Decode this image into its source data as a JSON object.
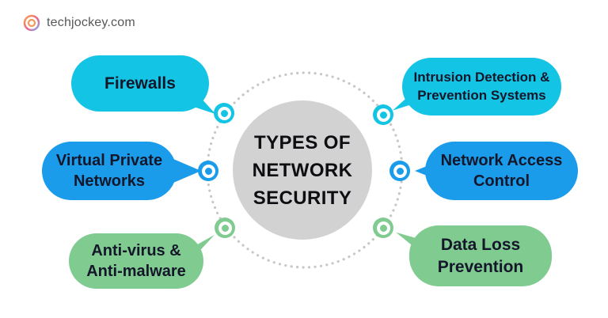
{
  "brand": {
    "logo_text": "techjockey.com"
  },
  "center": {
    "title_lines": [
      "TYPES OF",
      "NETWORK",
      "SECURITY"
    ],
    "circle_color": "#d2d2d2"
  },
  "ring": {
    "dot_color": "#c7c7c7"
  },
  "bubbles": [
    {
      "id": "firewalls",
      "label": "Firewalls",
      "color": "#14c4e4"
    },
    {
      "id": "virtual-private-networks",
      "label": "Virtual Private Networks",
      "color": "#1b9ceb"
    },
    {
      "id": "anti-virus-anti-malware",
      "label": "Anti-virus & Anti-malware",
      "color": "#80cb90"
    },
    {
      "id": "intrusion-detection-prevention-systems",
      "label": "Intrusion Detection & Prevention Systems",
      "color": "#14c4e4"
    },
    {
      "id": "network-access-control",
      "label": "Network Access Control",
      "color": "#1b9ceb"
    },
    {
      "id": "data-loss-prevention",
      "label": "Data Loss Prevention",
      "color": "#80cb90"
    }
  ]
}
